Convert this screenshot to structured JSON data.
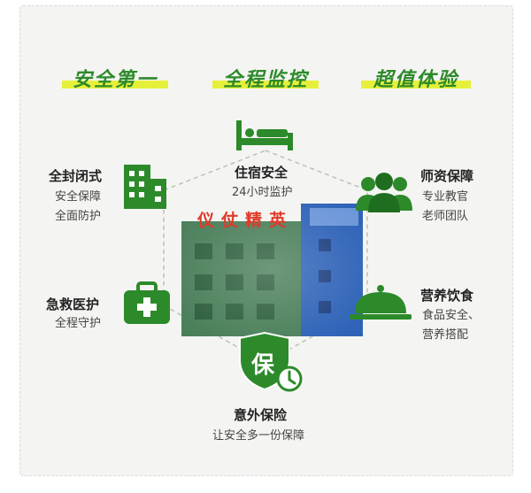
{
  "headings": [
    "安全第一",
    "全程监控",
    "超值体验"
  ],
  "features": {
    "dorm": {
      "title": "住宿安全",
      "sub": "24小时监护"
    },
    "closed": {
      "title": "全封闭式",
      "sub1": "安全保障",
      "sub2": "全面防护"
    },
    "teachers": {
      "title": "师资保障",
      "sub1": "专业教官",
      "sub2": "老师团队"
    },
    "firstaid": {
      "title": "急救医护",
      "sub1": "全程守护"
    },
    "food": {
      "title": "营养饮食",
      "sub1": "食品安全、",
      "sub2": "营养搭配"
    },
    "insurance": {
      "title": "意外保险",
      "sub": "让安全多一份保障",
      "badge": "保"
    }
  },
  "building": {
    "sign": "仪仗精英"
  },
  "colors": {
    "green": "#2d8a2a",
    "highlight": "#e6f03a"
  }
}
